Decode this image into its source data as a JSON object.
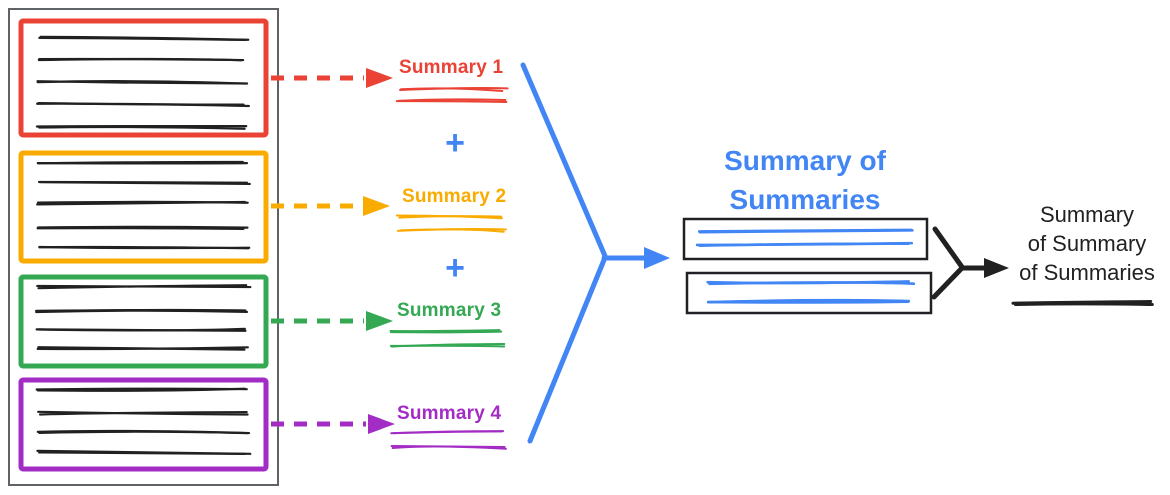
{
  "colors": {
    "red": "#EA4335",
    "yellow": "#F9AB00",
    "green": "#34A853",
    "purple": "#A32CC4",
    "blue": "#4285F4",
    "ink": "#212121",
    "frame": "#5f6368",
    "box_border": "#202124"
  },
  "source_documents": {
    "box_colors": [
      "red",
      "yellow",
      "green",
      "purple"
    ]
  },
  "summaries": [
    {
      "label": "Summary 1",
      "color": "red"
    },
    {
      "label": "Summary 2",
      "color": "yellow"
    },
    {
      "label": "Summary 3",
      "color": "green"
    },
    {
      "label": "Summary 4",
      "color": "purple"
    }
  ],
  "plus_sign": "+",
  "summary_of_summaries": {
    "title_lines": [
      "Summary of",
      "Summaries"
    ]
  },
  "final_summary": {
    "label_lines": [
      "Summary",
      "of Summary",
      "of Summaries"
    ]
  }
}
